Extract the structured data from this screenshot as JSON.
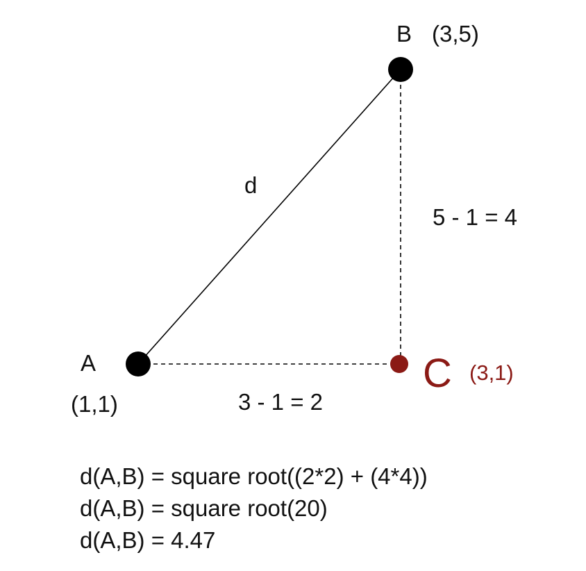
{
  "points": {
    "A": {
      "name": "A",
      "coord": "(1,1)"
    },
    "B": {
      "name": "B",
      "coord": "(3,5)"
    },
    "C": {
      "name": "C",
      "coord": "(3,1)"
    }
  },
  "labels": {
    "distance": "d",
    "vertical_diff": "5 - 1 = 4",
    "horizontal_diff": "3 - 1 = 2"
  },
  "formulas": [
    "d(A,B) = square root((2*2) + (4*4))",
    "d(A,B) = square root(20)",
    "d(A,B) = 4.47"
  ],
  "colors": {
    "point": "#000000",
    "highlight": "#8b1a15"
  }
}
